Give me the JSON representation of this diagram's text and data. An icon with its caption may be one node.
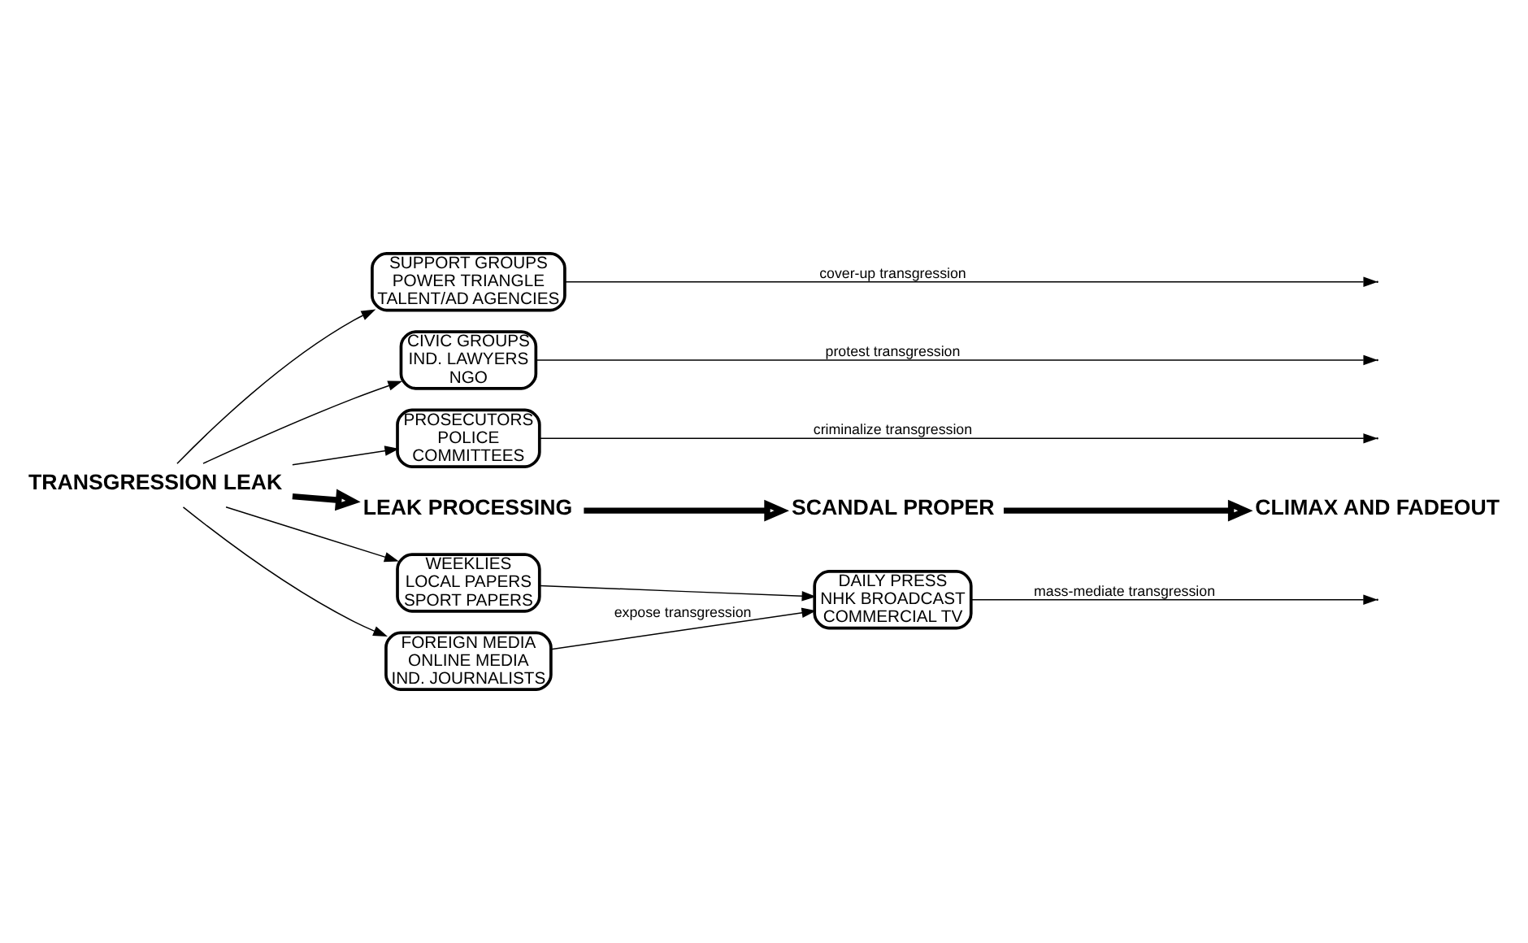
{
  "diagram": {
    "nodes": [
      {
        "text": [
          "TRANSGRESSION LEAK"
        ]
      },
      {
        "text": [
          "LEAK PROCESSING"
        ]
      },
      {
        "text": [
          "SCANDAL PROPER"
        ]
      },
      {
        "text": [
          "CLIMAX AND FADEOUT"
        ]
      },
      {
        "text": [
          "SUPPORT GROUPS",
          "POWER TRIANGLE",
          "TALENT/AD AGENCIES"
        ]
      },
      {
        "text": [
          "CIVIC GROUPS",
          "IND. LAWYERS",
          "NGO"
        ]
      },
      {
        "text": [
          "PROSECUTORS",
          "POLICE",
          "COMMITTEES"
        ]
      },
      {
        "text": [
          "WEEKLIES",
          "LOCAL PAPERS",
          "SPORT PAPERS"
        ]
      },
      {
        "text": [
          "FOREIGN MEDIA",
          "ONLINE MEDIA",
          "IND. JOURNALISTS"
        ]
      },
      {
        "text": [
          "DAILY PRESS",
          "NHK BROADCAST",
          "COMMERCIAL TV"
        ]
      }
    ],
    "edges": [
      {
        "from": 0,
        "to": 4,
        "arrow": "to"
      },
      {
        "from": 0,
        "to": 5,
        "arrow": "to"
      },
      {
        "from": 0,
        "to": 6,
        "arrow": "to"
      },
      {
        "from": 0,
        "to": 1,
        "arrow": "to",
        "style": "thick"
      },
      {
        "from": 1,
        "to": 2,
        "arrow": "to",
        "style": "thick"
      },
      {
        "from": 2,
        "to": 3,
        "arrow": "to",
        "style": "thick"
      },
      {
        "from": 0,
        "to": 7,
        "arrow": "to"
      },
      {
        "from": 0,
        "to": 8,
        "arrow": "to"
      },
      {
        "from": 4,
        "to": null,
        "arrow": "to",
        "label": "cover-up transgression"
      },
      {
        "from": 5,
        "to": null,
        "arrow": "to",
        "label": "protest transgression"
      },
      {
        "from": 6,
        "to": null,
        "arrow": "to",
        "label": "criminalize transgression"
      },
      {
        "from": 7,
        "to": 9,
        "arrow": "to"
      },
      {
        "from": 8,
        "to": 9,
        "arrow": "to",
        "label": "expose transgression"
      },
      {
        "from": 9,
        "to": null,
        "arrow": "to",
        "label": "mass-mediate transgression"
      }
    ]
  }
}
